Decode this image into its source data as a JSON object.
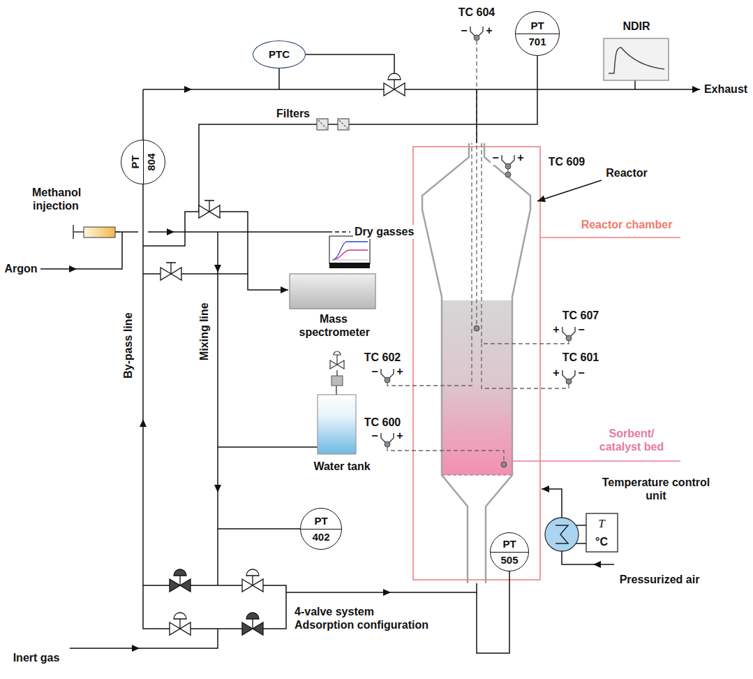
{
  "diagram": {
    "nodes": [
      {
        "text": [
          "PT",
          "701"
        ]
      },
      {
        "text": [
          "PTC"
        ]
      },
      {
        "text": [
          "PT",
          "804"
        ]
      },
      {
        "text": [
          "PT",
          "402"
        ]
      },
      {
        "text": [
          "PT",
          "505"
        ]
      }
    ],
    "labels": [
      "TC 604",
      "−",
      "+",
      "NDIR",
      "Exhaust",
      "Filters",
      "TC 609",
      "−",
      "+",
      "Reactor",
      "Reactor chamber",
      "Methanol injection",
      "Mass spectrometer",
      "Dry gasses",
      "Argon",
      "TC 607",
      "+",
      "−",
      "TC 602",
      "−",
      "+",
      "TC 601",
      "+",
      "−",
      "TC 600",
      "−",
      "+",
      "Sorbent/ catalyst bed",
      "Water tank",
      "By-pass line",
      "Mixing line",
      "Temperature control unit",
      "T",
      "°C",
      "4-valve system Adsorption configuration",
      "Inert gas",
      "Pressurized air"
    ]
  }
}
